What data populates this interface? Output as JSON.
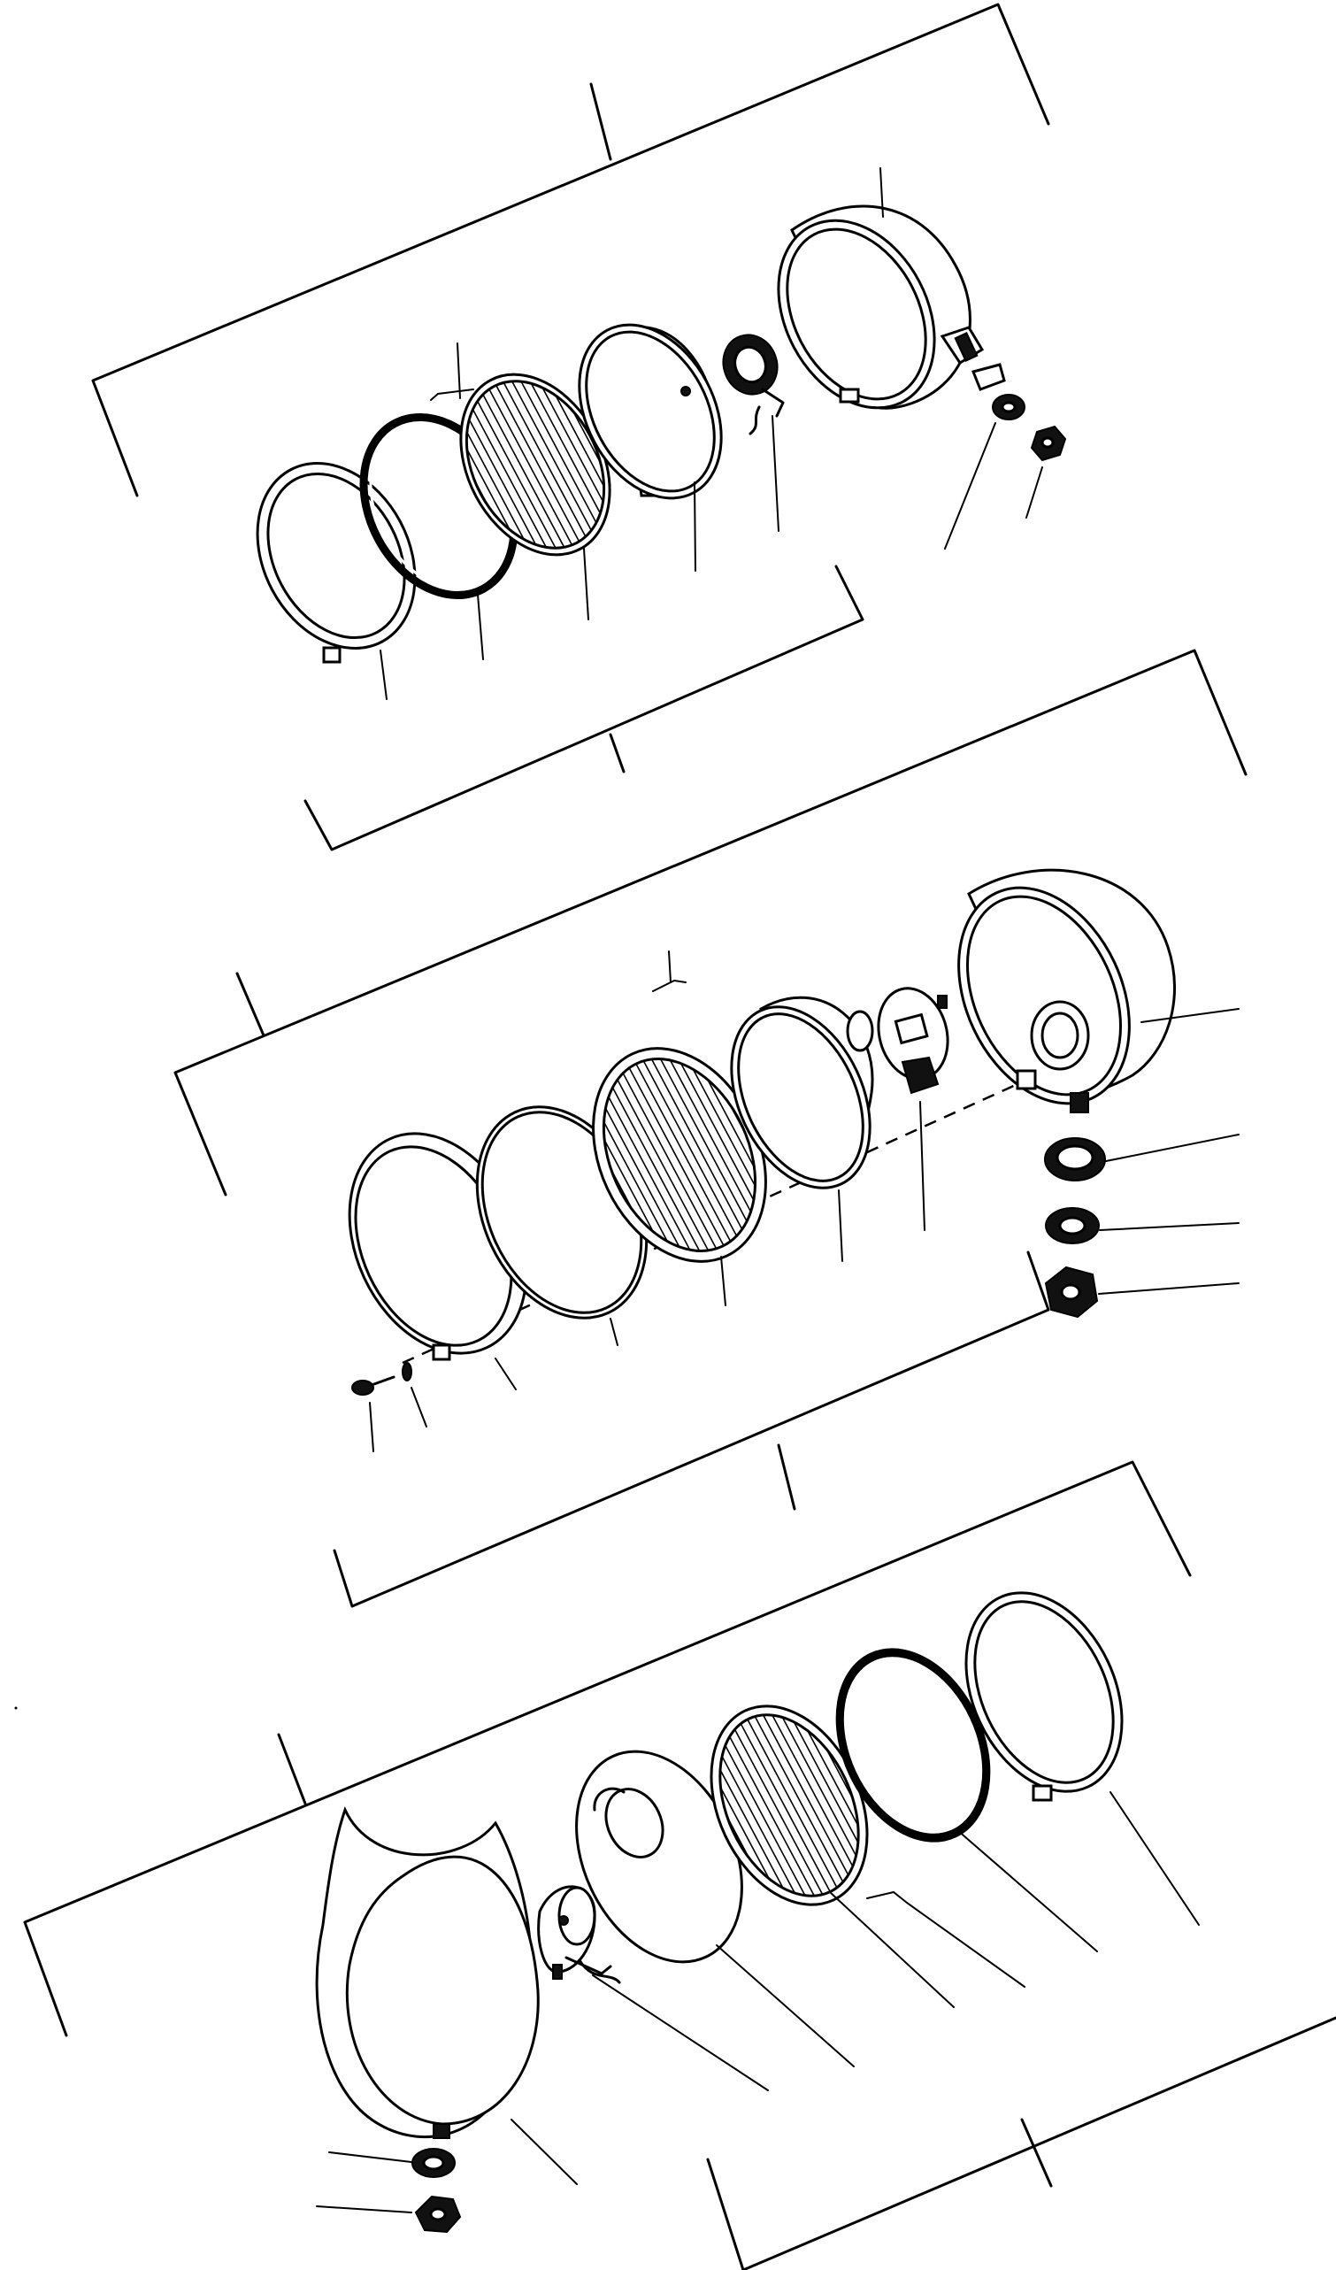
{
  "diagram": {
    "assemblies": [
      {
        "id": "headlamp-assembly-upper",
        "parts": [
          "rim",
          "gasket",
          "lens",
          "reflector",
          "bulb-socket",
          "housing",
          "washer",
          "nut"
        ]
      },
      {
        "id": "headlamp-assembly-middle",
        "parts": [
          "screw",
          "lock-washer",
          "rim",
          "gasket",
          "lens",
          "reflector",
          "bulb-socket",
          "housing",
          "bushing",
          "washer",
          "nut"
        ]
      },
      {
        "id": "headlamp-assembly-lower",
        "parts": [
          "rim",
          "gasket",
          "lens",
          "reflector",
          "bulb-socket",
          "housing",
          "washer",
          "nut"
        ]
      }
    ]
  }
}
